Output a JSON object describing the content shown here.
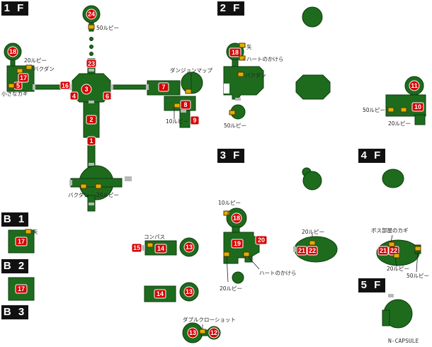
{
  "floors": {
    "f1": "1 F",
    "f2": "2 F",
    "f3": "3 F",
    "f4": "4 F",
    "f5": "5 F",
    "b1": "B 1",
    "b2": "B 2",
    "b3": "B 3"
  },
  "labels": {
    "l_50rupee_1f": "50ルピー",
    "l_20rupee_1f_nw": "20ルピー",
    "l_bomb_1f_nw": "バクダン",
    "l_smallkey_1f": "小さなカギ",
    "l_dungeonmap": "ダンジョンマップ",
    "l_10rupee_1f": "10ルピー",
    "l_bomb_1f_s": "バクダン",
    "l_20rupee_1f_s": "20ルピー",
    "l_arrow_2f": "矢",
    "l_heart_2f": "ハートのかけら",
    "l_bomb_2f": "バクダン",
    "l_50rupee_2f": "50ルピー",
    "l_50rupee_2f_e": "50ルピー",
    "l_20rupee_2f_e": "20ルピー",
    "l_arrow_b1": "矢",
    "l_compass": "コンパス",
    "l_10rupee_3f": "10ルピー",
    "l_heart_3f": "ハートのかけら",
    "l_20rupee_3f": "20ルピー",
    "l_20rupee_3f_e": "20ルピー",
    "l_bosskey": "ボス部屋のカギ",
    "l_20rupee_4f": "20ルピー",
    "l_50rupee_4f": "50ルピー",
    "l_doubleclawshot": "ダブルクローショット",
    "credit": "N-CAPSULE"
  },
  "rooms": {
    "r1": "1",
    "r2": "2",
    "r3": "3",
    "r4": "4",
    "r5": "5",
    "r6": "6",
    "r7": "7",
    "r8": "8",
    "r9": "9",
    "r10": "10",
    "r11": "11",
    "r12": "12",
    "r13a": "13",
    "r13b": "13",
    "r13c": "13",
    "r14a": "14",
    "r14b": "14",
    "r15": "15",
    "r16": "16",
    "r17a": "17",
    "r17b": "17",
    "r17c": "17",
    "r18a": "18",
    "r18b": "18",
    "r18c": "18",
    "r19": "19",
    "r20": "20",
    "r21a": "21",
    "r21b": "21",
    "r22a": "22",
    "r22b": "22",
    "r23": "23",
    "r24": "24"
  },
  "colors": {
    "room_fill": "#1e6b1e",
    "room_stroke": "#0c3d0c",
    "door": "#b8b8b8",
    "room_marker": "#d40000",
    "chest": "#e0b000"
  }
}
